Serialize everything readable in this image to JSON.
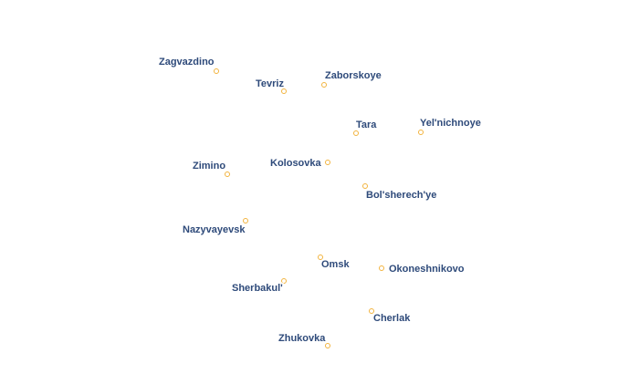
{
  "map": {
    "marker_color": "#f2b33d",
    "label_color": "#2e4a7a",
    "towns": [
      {
        "name": "Zagvazdino"
      },
      {
        "name": "Tevriz"
      },
      {
        "name": "Zaborskoye"
      },
      {
        "name": "Tara"
      },
      {
        "name": "Yel'nichnoye"
      },
      {
        "name": "Kolosovka"
      },
      {
        "name": "Zimino"
      },
      {
        "name": "Bol'sherech'ye"
      },
      {
        "name": "Nazyvayevsk"
      },
      {
        "name": "Omsk"
      },
      {
        "name": "Okoneshnikovo"
      },
      {
        "name": "Sherbakul'"
      },
      {
        "name": "Cherlak"
      },
      {
        "name": "Zhukovka"
      }
    ]
  }
}
